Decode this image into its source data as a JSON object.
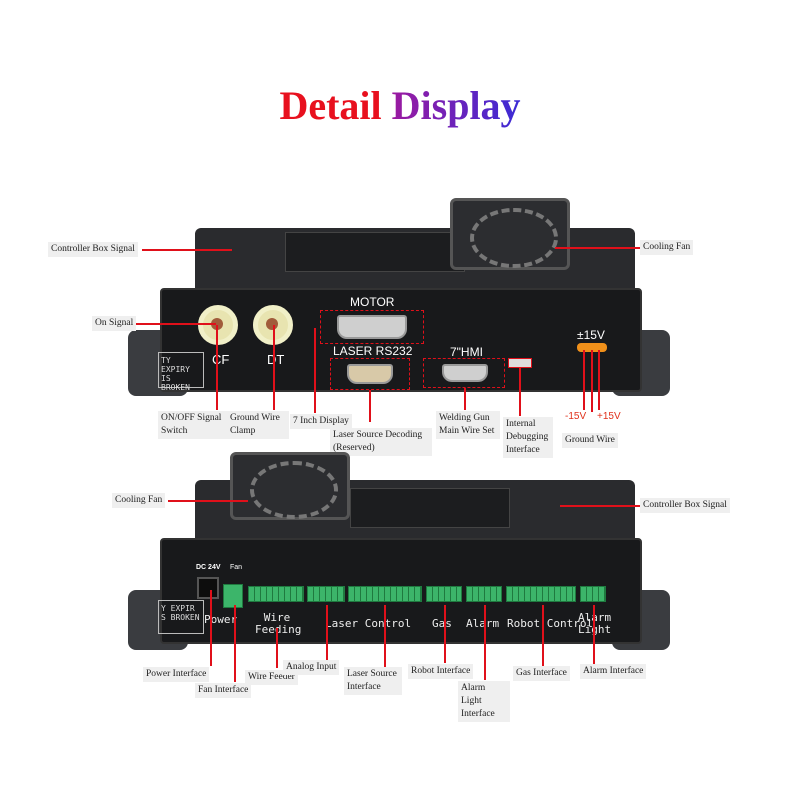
{
  "title": {
    "part1": "Detail",
    "part2": "Display"
  },
  "top_device": {
    "panel_labels": {
      "motor": "MOTOR",
      "laser_rs232": "LASER RS232",
      "hmi": "7\"HMI",
      "pm15": "±15V",
      "cf": "CF",
      "dt": "DT",
      "sticker": "TY EXPIRY IS BROKEN",
      "minus15": "-15V",
      "plus15": "+15V"
    },
    "callouts": {
      "controller_box_signal": "Controller Box Signal",
      "cooling_fan": "Cooling Fan",
      "on_signal": "On Signal",
      "onoff_signal_switch": "ON/OFF Signal Switch",
      "ground_wire_clamp": "Ground Wire Clamp",
      "seven_inch_display": "7 Inch Display",
      "laser_source_decoding": "Laser Source Decoding (Reserved)",
      "welding_gun": "Welding Gun Main Wire Set",
      "internal_debugging": "Internal Debugging Interface",
      "ground_wire": "Ground Wire"
    }
  },
  "bottom_device": {
    "panel_labels": {
      "dc24v": "DC 24V",
      "fan": "Fan",
      "sticker": "Y EXPIR S BROKEN",
      "power": "Power",
      "wire_feeding": "Wire Feeding",
      "laser_control": "Laser Control",
      "gas": "Gas",
      "alarm": "Alarm",
      "robot_control": "Robot Control",
      "alarm_light": "Alarm Light"
    },
    "callouts": {
      "cooling_fan": "Cooling Fan",
      "controller_box_signal": "Controller Box Signal",
      "power_interface": "Power Interface",
      "fan_interface": "Fan Interface",
      "wire_feeder": "Wire Feeder",
      "analog_input": "Analog Input",
      "laser_source_interface": "Laser Source Interface",
      "robot_interface": "Robot Interface",
      "alarm_light_interface": "Alarm Light Interface",
      "gas_interface": "Gas Interface",
      "alarm_interface": "Alarm Interface"
    }
  }
}
